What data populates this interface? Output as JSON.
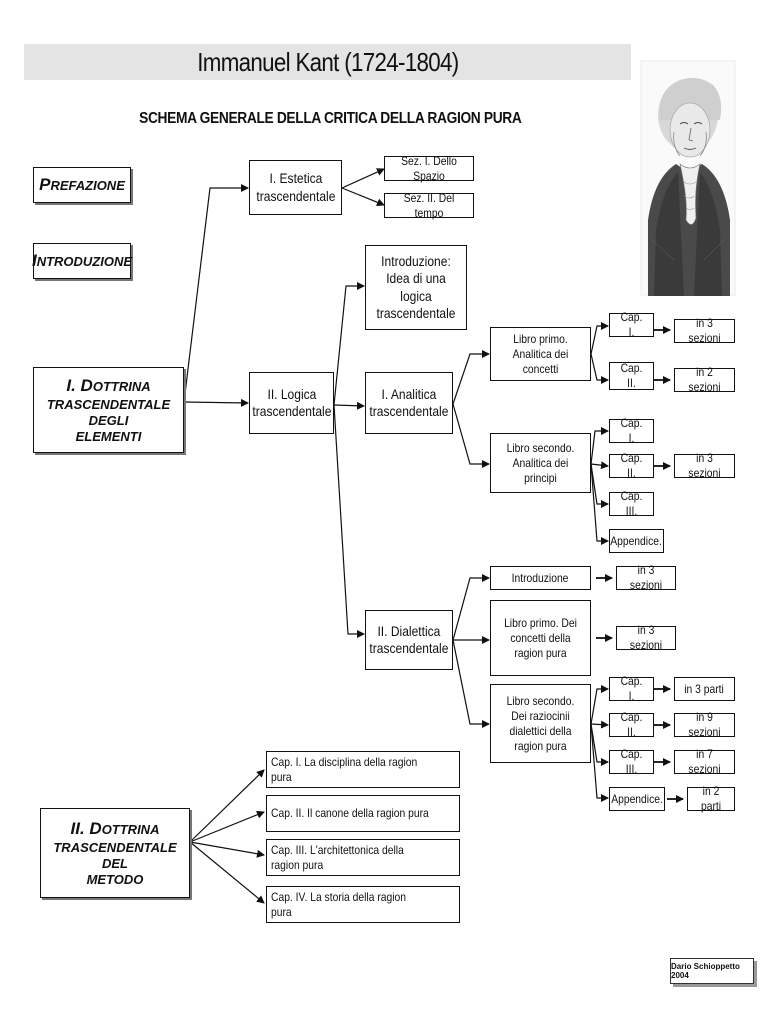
{
  "header": {
    "title": "Immanuel Kant (1724-1804)",
    "subtitle": "SCHEMA GENERALE DELLA CRITICA DELLA RAGION PURA"
  },
  "portrait": {
    "subject": "Immanuel Kant portrait engraving"
  },
  "nodes": {
    "prefazione": {
      "initial": "P",
      "rest": "REFAZIONE"
    },
    "introduzione": {
      "initial": "I",
      "rest": "NTRODUZIONE"
    },
    "dottrina_elementi": {
      "line1_a": "I. D",
      "line1_b": "OTTRINA",
      "line2": "TRASCENDENTALE DEGLI",
      "line3": "ELEMENTI"
    },
    "dottrina_metodo": {
      "line1_a": "II. D",
      "line1_b": "OTTRINA",
      "line2": "TRASCENDENTALE DEL",
      "line3": "METODO"
    },
    "estetica": "I. Estetica trascendentale",
    "sez_spazio": "Sez. I. Dello Spazio",
    "sez_tempo": "Sez. II. Del tempo",
    "logica": "II. Logica trascendentale",
    "intro_logica": "Introduzione: Idea di una logica trascendentale",
    "analitica": "I. Analitica trascendentale",
    "dialettica": "II. Dialettica trascendentale",
    "libro1_analitica": "Libro primo. Analitica dei concetti",
    "libro2_analitica": "Libro secondo. Analitica dei principi",
    "intro_dialettica": "Introduzione",
    "libro1_dialettica": "Libro primo. Dei concetti della ragion pura",
    "libro2_dialettica": "Libro secondo. Dei raziocinii dialettici della ragion pura",
    "a1_cap1": "Cap. I.",
    "a1_cap1_res": "in 3 sezioni",
    "a1_cap2": "Cap. II.",
    "a1_cap2_res": "in 2 sezioni",
    "a2_cap1": "Cap. I.",
    "a2_cap2": "Cap. II.",
    "a2_cap2_res": "in 3 sezioni",
    "a2_cap3": "Cap. III.",
    "a2_app": "Appendice.",
    "d_intro_res": "in 3 sezioni",
    "d1_res": "in 3 sezioni",
    "d2_cap1": "Cap. I.",
    "d2_cap1_res": "in 3 parti",
    "d2_cap2": "Cap. II.",
    "d2_cap2_res": "in 9 sezioni",
    "d2_cap3": "Cap. III.",
    "d2_cap3_res": "in 7 sezioni",
    "d2_app": "Appendice.",
    "d2_app_res": "in 2 parti",
    "m_cap1": "Cap. I. La disciplina della ragion pura",
    "m_cap2": "Cap. II. Il canone della ragion pura",
    "m_cap3": "Cap. III. L'architettonica della ragion pura",
    "m_cap4": "Cap. IV. La storia della ragion pura"
  },
  "credit": "Dario Schioppetto 2004"
}
